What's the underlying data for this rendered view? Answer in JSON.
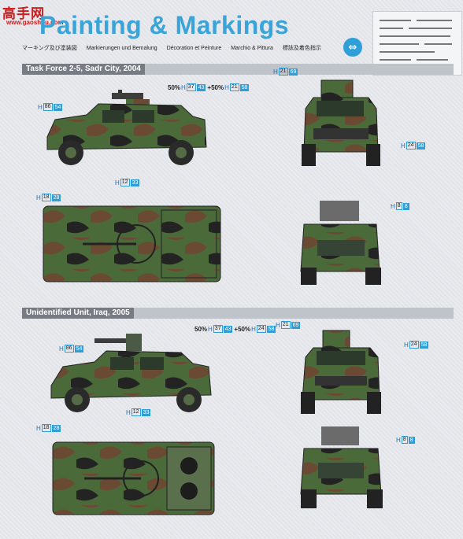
{
  "watermark": {
    "logo": "高手网",
    "url": "www.gaoshou.com"
  },
  "header": {
    "title": "Painting & Markings",
    "subtitle_parts": [
      "マーキング及び塗装図",
      "Markierungen und Bemalung",
      "Décoration et Peinture",
      "Marchio & Pittura",
      "標誌及着色指示"
    ]
  },
  "sections": [
    {
      "label": "Task Force 2-5, Sadr City, 2004",
      "callouts": {
        "side_upper": {
          "h": "H",
          "a": "86",
          "b": "54"
        },
        "mix": {
          "pct1": "50%",
          "h1": "H",
          "a1": "37",
          "b1": "43",
          "plus": "+50%",
          "h2": "H",
          "a2": "21",
          "b2": "58"
        },
        "side_lower": {
          "h": "H",
          "a": "12",
          "b": "33"
        },
        "front_top": {
          "h": "H",
          "a": "21",
          "b": "69"
        },
        "front_side": {
          "h": "H",
          "a": "24",
          "b": "58"
        },
        "top_view": {
          "h": "H",
          "a": "18",
          "b": "28"
        },
        "rear": {
          "h": "H",
          "a": "8",
          "b": "8"
        }
      }
    },
    {
      "label": "Unidentified Unit, Iraq, 2005",
      "callouts": {
        "side_upper": {
          "h": "H",
          "a": "86",
          "b": "54"
        },
        "mix": {
          "pct1": "50%",
          "h1": "H",
          "a1": "37",
          "b1": "43",
          "plus": "+50%",
          "h2": "H",
          "a2": "24",
          "b2": "58"
        },
        "side_lower": {
          "h": "H",
          "a": "12",
          "b": "33"
        },
        "front_top": {
          "h": "H",
          "a": "21",
          "b": "69"
        },
        "front_side": {
          "h": "H",
          "a": "24",
          "b": "58"
        },
        "top_view": {
          "h": "H",
          "a": "18",
          "b": "28"
        },
        "rear": {
          "h": "H",
          "a": "8",
          "b": "8"
        }
      }
    }
  ],
  "colors": {
    "green": "#4a6a3a",
    "brown": "#6b4a34",
    "black": "#232323",
    "accent": "#2f9ed6",
    "title": "#3aa3d8"
  },
  "icons": {
    "decal_icon": "decal-arrows-icon"
  }
}
